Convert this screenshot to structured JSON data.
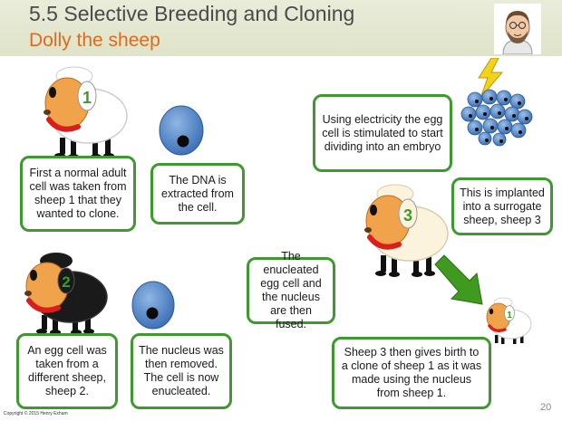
{
  "header": {
    "title": "5.5 Selective Breeding and Cloning",
    "subtitle": "Dolly the sheep"
  },
  "sheep": [
    {
      "label": "1",
      "wool": "white"
    },
    {
      "label": "2",
      "wool": "black"
    },
    {
      "label": "3",
      "wool": "cream"
    },
    {
      "label": "1",
      "wool": "white",
      "size": "small"
    }
  ],
  "boxes": {
    "step1": "First a normal adult cell was taken from sheep 1 that they wanted to clone.",
    "step2": "The DNA is extracted from the cell.",
    "step3": "An egg cell was taken from a different sheep, sheep 2.",
    "step4": "The nucleus was then removed. The cell is now enucleated.",
    "step5": "The enucleated egg cell and the nucleus are then fused.",
    "step6": "Using electricity the egg cell is stimulated to start dividing into an embryo",
    "step7": "This is implanted into a surrogate sheep, sheep 3",
    "step8": "Sheep 3 then gives birth to a clone of sheep 1 as it was made using the nucleus from sheep 1."
  },
  "footer": {
    "copyright": "Copyright © 2015 Henry Exham",
    "page_number": "20"
  },
  "colors": {
    "box_border": "#3e9a2e",
    "subtitle": "#e06a1c",
    "cell_blue": "#4f86c6",
    "arrow_green": "#3f9a1f"
  },
  "icons": [
    "lightning-icon",
    "embryo-cluster-icon",
    "arrow-icon",
    "avatar"
  ]
}
